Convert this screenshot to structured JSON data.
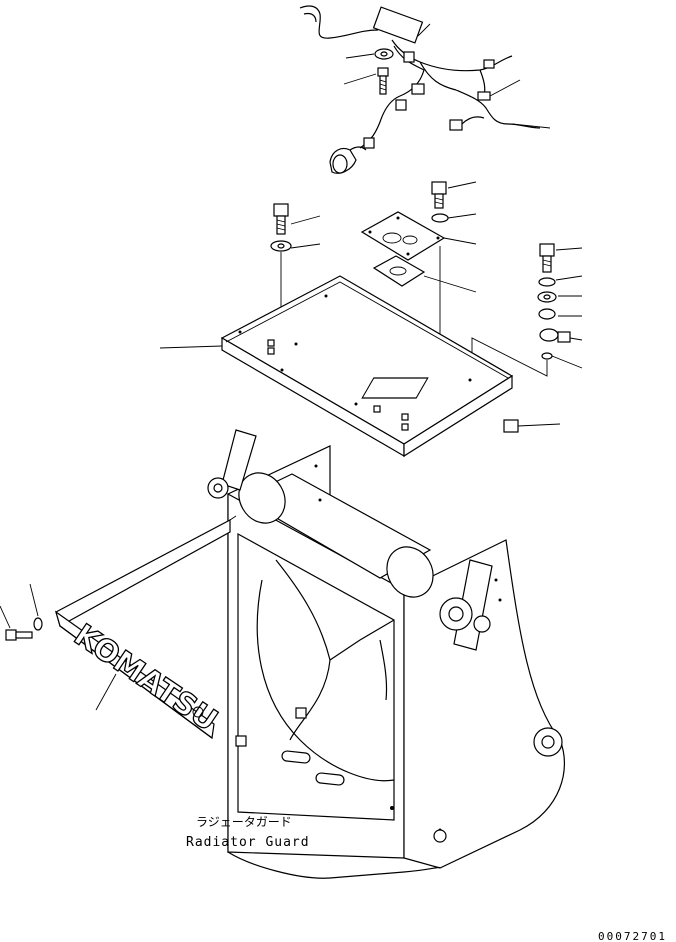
{
  "caption": {
    "japanese": "ラジェータガード",
    "english": "Radiator Guard"
  },
  "drawing_code": "00072701",
  "emblem_text": "KOMATSU",
  "line_color": "#000000",
  "background": "#ffffff"
}
